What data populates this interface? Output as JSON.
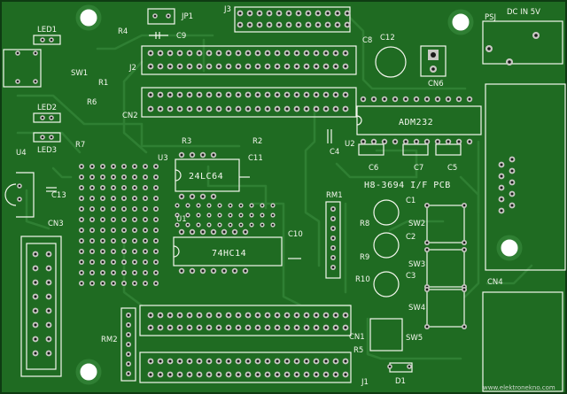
{
  "board": {
    "title": "H8-3694 I/F PCB",
    "watermark": "www.elektronekno.com",
    "power_label": "DC IN 5V",
    "colors": {
      "mask": "#1f6b22",
      "mask_dark": "#0e3b12",
      "trace": "#2f7f33",
      "pad": "#c9c9c4",
      "hole": "#1a1a1a",
      "silk": "#f4f7ee"
    }
  },
  "labels": {
    "led1": "LED1",
    "led2": "LED2",
    "led3": "LED3",
    "u4": "U4",
    "c13": "C13",
    "cn3": "CN3",
    "r4": "R4",
    "c9": "C9",
    "jp1": "JP1",
    "j3": "J3",
    "j2": "J2",
    "sw1": "SW1",
    "r1": "R1",
    "r6": "R6",
    "r7": "R7",
    "cn2": "CN2",
    "c8": "C8",
    "c12": "C12",
    "cn6": "CN6",
    "psj": "PSJ",
    "adm": "ADM232",
    "u2": "U2",
    "c4": "C4",
    "c6": "C6",
    "c7": "C7",
    "c5": "C5",
    "r3": "R3",
    "r2": "R2",
    "u3": "U3",
    "c11": "C11",
    "eeprom": "24LC64",
    "u1": "U1",
    "c10": "C10",
    "hc14": "74HC14",
    "rm1": "RM1",
    "c1": "C1",
    "c2": "C2",
    "c3": "C3",
    "r8": "R8",
    "r9": "R9",
    "r10": "R10",
    "sw2": "SW2",
    "sw3": "SW3",
    "sw4": "SW4",
    "sw5": "SW5",
    "cn4": "CN4",
    "rm2": "RM2",
    "cn1": "CN1",
    "r5": "R5",
    "j1": "J1",
    "d1": "D1"
  }
}
